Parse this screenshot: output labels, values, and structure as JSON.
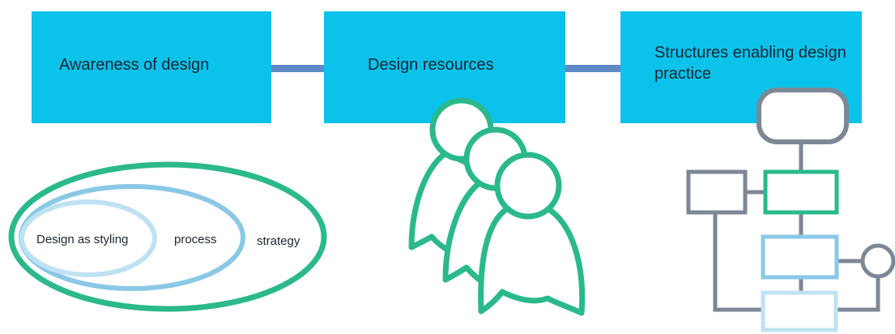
{
  "boxes": {
    "awareness": "Awareness of design",
    "resources": "Design resources",
    "structures": "Structures enabling design practice"
  },
  "ellipse_levels": {
    "inner": "Design as styling",
    "middle": "process",
    "outer": "strategy"
  },
  "colors": {
    "box_fill": "#0bc2ea",
    "connector": "#5d89c6",
    "teal": "#2bb98c",
    "light_blue": "#8ac8e6",
    "pale_blue": "#bfe2f2",
    "slate": "#7d8796"
  },
  "icons": {
    "people": "people-group-icon",
    "org_chart": "org-structure-icon"
  }
}
